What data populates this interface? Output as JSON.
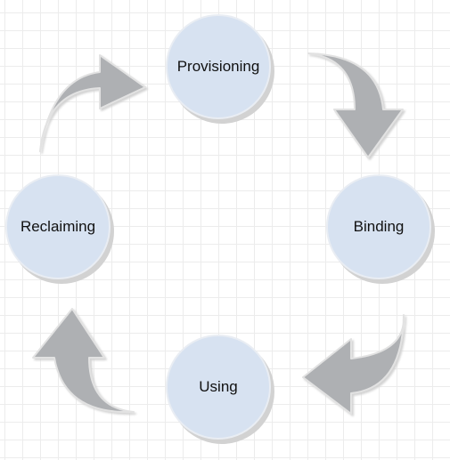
{
  "diagram": {
    "type": "cycle",
    "nodes": {
      "provisioning": "Provisioning",
      "binding": "Binding",
      "using": "Using",
      "reclaiming": "Reclaiming"
    },
    "colors": {
      "node_fill": "#d7e2f1",
      "node_border": "#e9edf3",
      "arrow_fill": "#aeb0b3",
      "arrow_outline": "#e2e2e2",
      "grid": "#ececec"
    }
  }
}
